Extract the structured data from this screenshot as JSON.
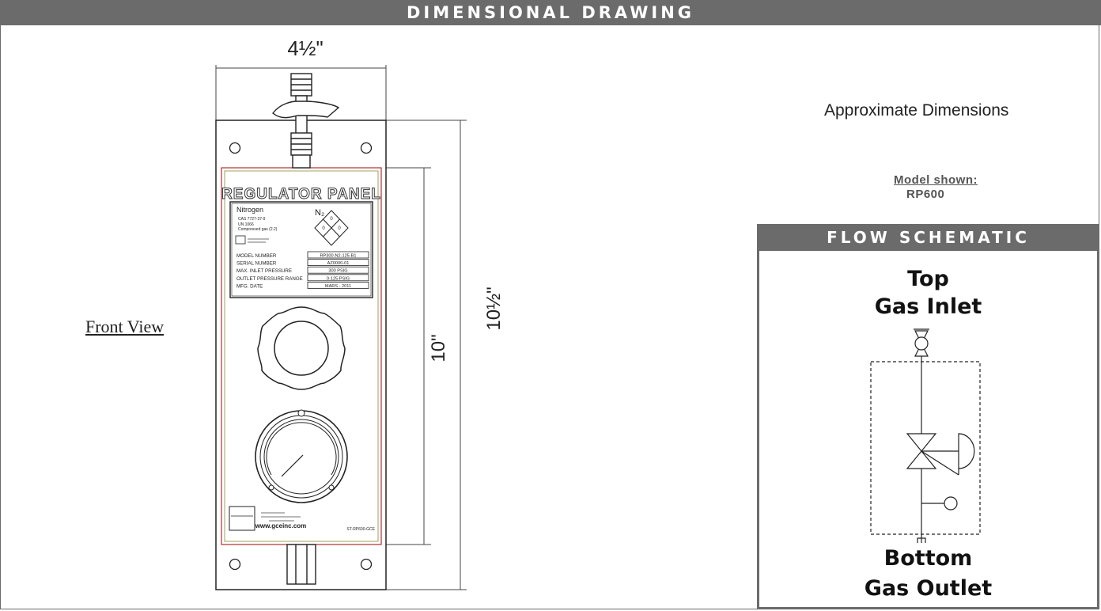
{
  "header": {
    "title": "DIMENSIONAL DRAWING"
  },
  "info": {
    "approx": "Approximate Dimensions",
    "model_label": "Model shown:",
    "model_value": "RP600",
    "front_view": "Front View"
  },
  "dimensions": {
    "width": "4½\"",
    "inner_height": "10\"",
    "outer_height": "10½\""
  },
  "label_plate": {
    "title": "REGULATOR PANEL",
    "gas": "Nitrogen",
    "formula": "N₂",
    "cas": "CAS 7727-37-9",
    "un": "UN 1066",
    "hazard_class": "Compressed gas (2.2)",
    "diamond": {
      "top": "0",
      "left": "0",
      "right": "0"
    },
    "rows": [
      {
        "label": "MODEL NUMBER",
        "value": "RP300-N2-125-B1"
      },
      {
        "label": "SERIAL NUMBER",
        "value": "AZ0000-01"
      },
      {
        "label": "MAX. INLET PRESSURE",
        "value": "300 PSIG"
      },
      {
        "label": "OUTLET PRESSURE RANGE",
        "value": "0-125 PSIG"
      },
      {
        "label": "MFG. DATE",
        "value": "MARS - 2011"
      }
    ],
    "footer_code": "ST-RP600-GCE",
    "website": "www.gceinc.com"
  },
  "flow": {
    "header": "FLOW SCHEMATIC",
    "top_line1": "Top",
    "top_line2": "Gas Inlet",
    "bottom_line1": "Bottom",
    "bottom_line2": "Gas Outlet"
  },
  "colors": {
    "header_bg": "#6b6b6b",
    "panel_border": "#b0302e"
  }
}
